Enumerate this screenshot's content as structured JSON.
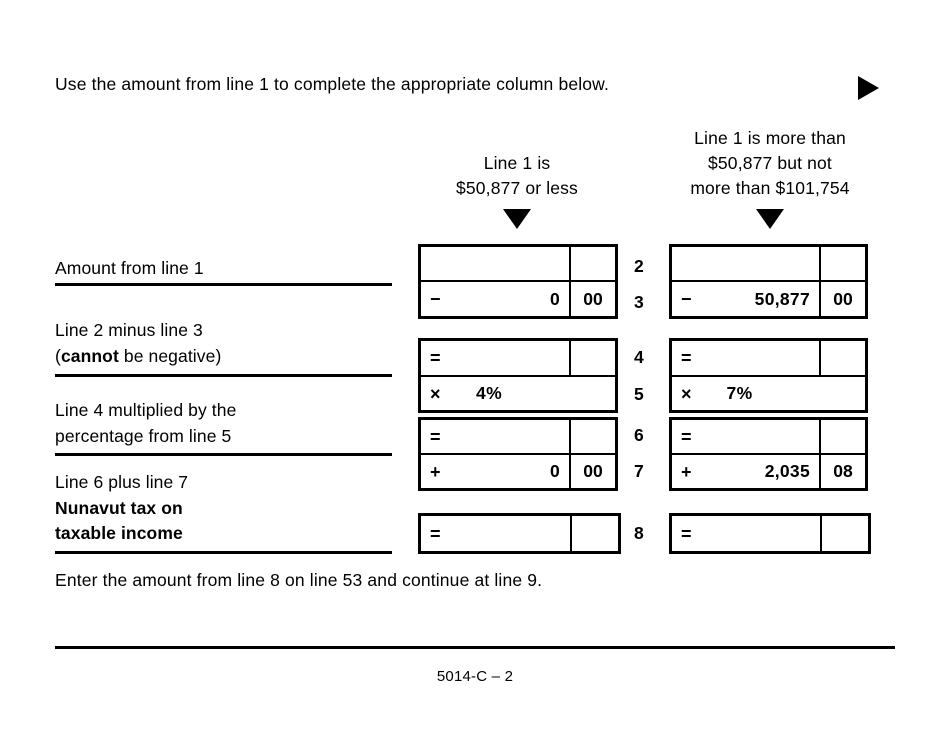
{
  "intro": {
    "text": "Use the amount from line 1 to complete the appropriate column below.",
    "arrow": "right-triangle"
  },
  "columns": [
    {
      "id": "col-1",
      "header_lines": [
        "Line 1 is",
        "$50,877 or less"
      ],
      "arrow": "down-triangle",
      "rows": [
        {
          "line": "2",
          "op": "",
          "dollars": "",
          "cents": "",
          "has_cents": true,
          "type": "amount"
        },
        {
          "line": "3",
          "op": "−",
          "dollars": "0",
          "cents": "00",
          "has_cents": true,
          "type": "amount"
        },
        {
          "line": "4",
          "op": "=",
          "dollars": "",
          "cents": "",
          "has_cents": true,
          "type": "amount"
        },
        {
          "line": "5",
          "op": "×",
          "dollars": "4%",
          "cents": "",
          "has_cents": false,
          "type": "percent"
        },
        {
          "line": "6",
          "op": "=",
          "dollars": "",
          "cents": "",
          "has_cents": true,
          "type": "amount"
        },
        {
          "line": "7",
          "op": "+",
          "dollars": "0",
          "cents": "00",
          "has_cents": true,
          "type": "amount"
        },
        {
          "line": "8",
          "op": "=",
          "dollars": "",
          "cents": "",
          "has_cents": true,
          "type": "amount"
        }
      ]
    },
    {
      "id": "col-2",
      "header_lines": [
        "Line 1 is more than",
        "$50,877 but not",
        "more than $101,754"
      ],
      "arrow": "down-triangle",
      "rows": [
        {
          "line": "2",
          "op": "",
          "dollars": "",
          "cents": "",
          "has_cents": true,
          "type": "amount"
        },
        {
          "line": "3",
          "op": "−",
          "dollars": "50,877",
          "cents": "00",
          "has_cents": true,
          "type": "amount"
        },
        {
          "line": "4",
          "op": "=",
          "dollars": "",
          "cents": "",
          "has_cents": true,
          "type": "amount"
        },
        {
          "line": "5",
          "op": "×",
          "dollars": "7%",
          "cents": "",
          "has_cents": false,
          "type": "percent"
        },
        {
          "line": "6",
          "op": "=",
          "dollars": "",
          "cents": "",
          "has_cents": true,
          "type": "amount"
        },
        {
          "line": "7",
          "op": "+",
          "dollars": "2,035",
          "cents": "08",
          "has_cents": true,
          "type": "amount"
        },
        {
          "line": "8",
          "op": "=",
          "dollars": "",
          "cents": "",
          "has_cents": true,
          "type": "amount"
        }
      ]
    }
  ],
  "labels": {
    "amount_from_line_1": "Amount from line 1",
    "line2_minus_line3_a": "Line 2 minus line 3",
    "line2_minus_line3_b_pre": "(",
    "line2_minus_line3_b_bold": "cannot",
    "line2_minus_line3_b_post": " be negative)",
    "line4_multiplied_a": "Line 4 multiplied by the",
    "line4_multiplied_b": "percentage from line 5",
    "line6_plus_line7": "Line 6 plus line 7",
    "nunavut_tax_a": "Nunavut tax on",
    "nunavut_tax_b": "taxable income"
  },
  "linenumbers": [
    "2",
    "3",
    "4",
    "5",
    "6",
    "7",
    "8"
  ],
  "footer": {
    "note": "Enter the amount from line 8 on line 53 and continue at line 9.",
    "page_code": "5014-C – 2"
  },
  "colors": {
    "ink": "#000000",
    "paper": "#ffffff"
  }
}
